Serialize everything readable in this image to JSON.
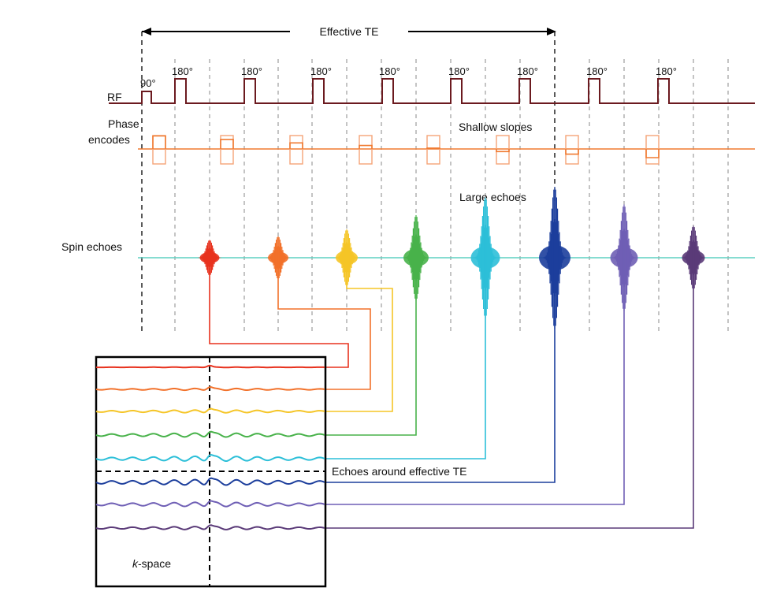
{
  "labels": {
    "effective_te": "Effective TE",
    "rf": "RF",
    "phase_line1": "Phase",
    "phase_line2": "encodes",
    "shallow_slopes": "Shallow slopes",
    "large_echoes": "Large echoes",
    "spin_echoes": "Spin echoes",
    "echoes_around": "Echoes around effective TE",
    "kspace_k": "k",
    "kspace_rest": "-space"
  },
  "pulse_labels": [
    "90°",
    "180°",
    "180°",
    "180°",
    "180°",
    "180°",
    "180°",
    "180°",
    "180°"
  ],
  "echo_colors": [
    "#e8321e",
    "#f2712a",
    "#f5c527",
    "#48b24a",
    "#2cbfd8",
    "#1c3e9c",
    "#6f5fb5",
    "#5a3a78"
  ],
  "echo_amplitudes": [
    0.25,
    0.3,
    0.4,
    0.6,
    0.85,
    1.0,
    0.75,
    0.45
  ],
  "colors": {
    "rf_line": "#6b1a1f",
    "phase_line": "#f07a30",
    "phase_box": "#f5a477",
    "spin_line": "#5fd0c2",
    "frame": "#000000",
    "dashed": "#888888"
  }
}
